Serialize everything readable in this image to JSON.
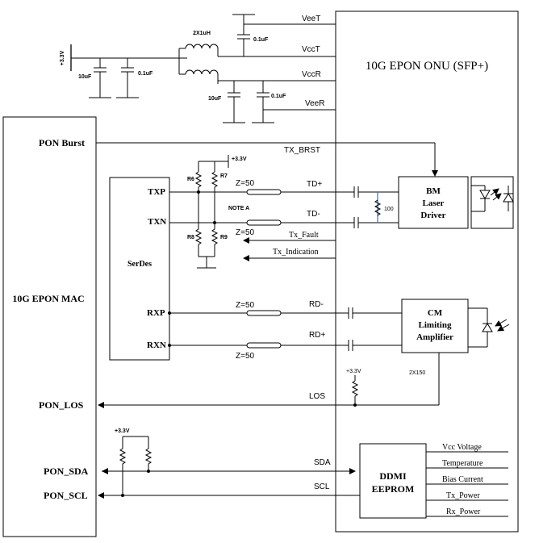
{
  "onu": {
    "title": "10G EPON ONU (SFP+)"
  },
  "mac": {
    "title": "10G EPON MAC",
    "pon_burst": "PON Burst",
    "pon_los": "PON_LOS",
    "pon_sda": "PON_SDA",
    "pon_scl": "PON_SCL"
  },
  "serdes": {
    "title": "SerDes",
    "txp": "TXP",
    "txn": "TXN",
    "rxp": "RXP",
    "rxn": "RXN"
  },
  "power": {
    "veet": "VeeT",
    "vcct": "VccT",
    "vccr": "VccR",
    "veer": "VeeR",
    "supply": "+3.3V",
    "inductor": "2X1uH",
    "cap_10uf_a": "10uF",
    "cap_01uf_a": "0.1uF",
    "cap_01uf_top": "0.1uF",
    "cap_10uf_b": "10uF",
    "cap_01uf_b": "0.1uF"
  },
  "tx": {
    "tx_brst": "TX_BRST",
    "td_plus": "TD+",
    "td_minus": "TD-",
    "z_top": "Z=50",
    "z_bot": "Z=50",
    "r6": "R6",
    "r7": "R7",
    "r8": "R8",
    "r9": "R9",
    "supply": "+3.3V",
    "note": "NOTE A",
    "term": "100",
    "tx_fault": "Tx_Fault",
    "tx_indication": "Tx_Indication"
  },
  "bm_driver": {
    "line1": "BM",
    "line2": "Laser",
    "line3": "Driver"
  },
  "rx": {
    "rd_minus": "RD-",
    "rd_plus": "RD+",
    "z_top": "Z=50",
    "z_bot": "Z=50",
    "los": "LOS",
    "los_supply": "+3.3V",
    "pull_label": "2X150"
  },
  "cm_amp": {
    "line1": "CM",
    "line2": "Limiting",
    "line3": "Amplifier"
  },
  "i2c": {
    "supply": "+3.3V",
    "sda": "SDA",
    "scl": "SCL"
  },
  "ddmi": {
    "line1": "DDMI",
    "line2": "EEPROM",
    "items": [
      "Vcc Voltage",
      "Temperature",
      "Bias Current",
      "Tx_Power",
      "Rx_Power"
    ]
  }
}
